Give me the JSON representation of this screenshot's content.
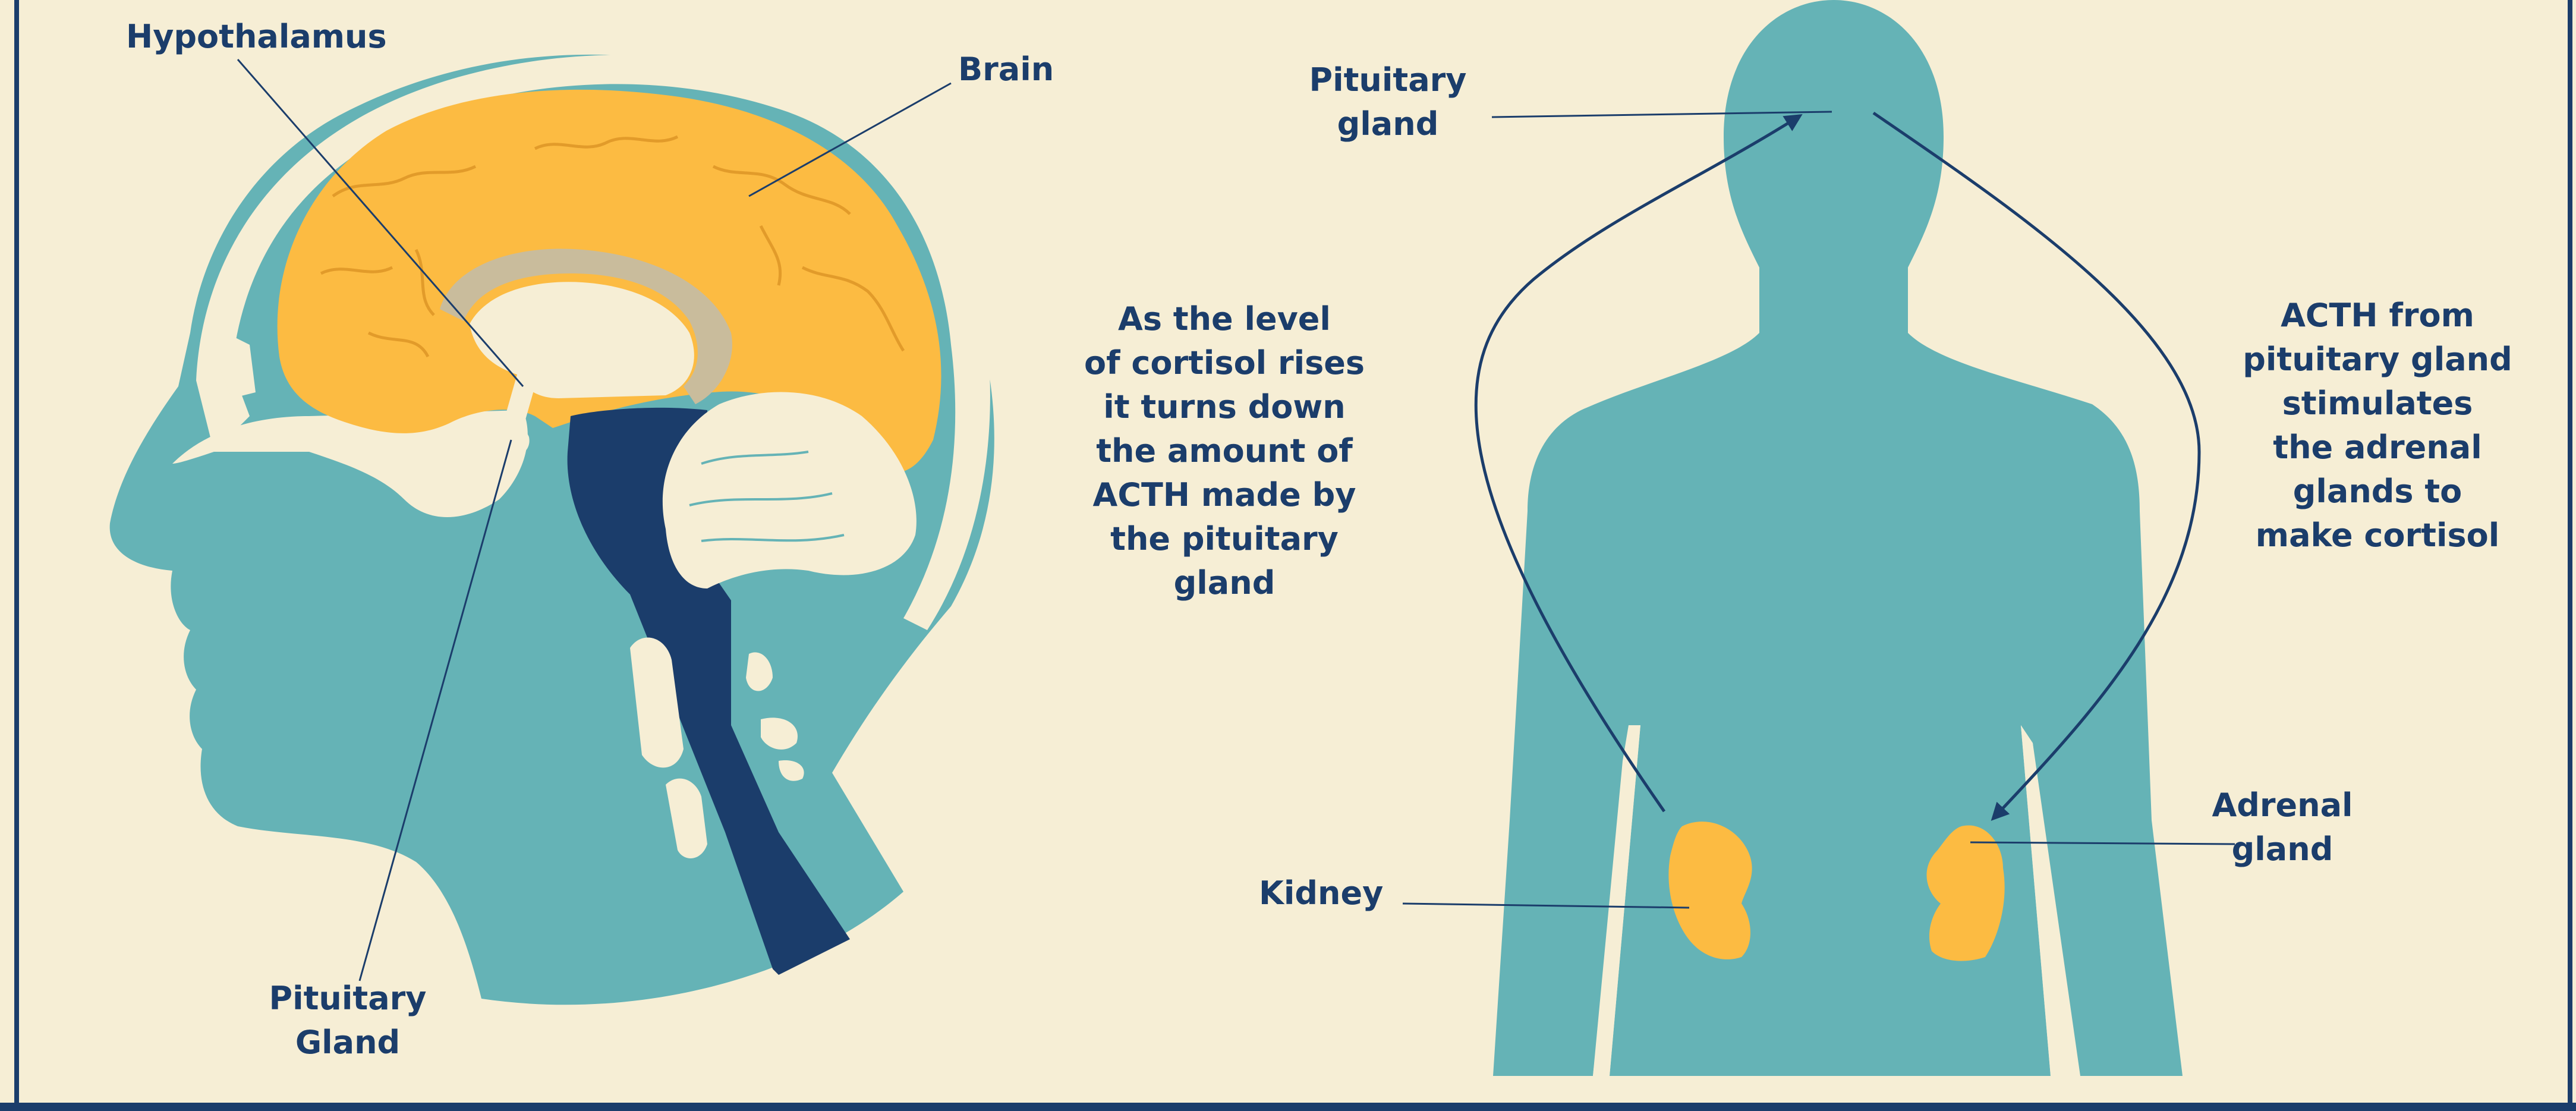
{
  "colors": {
    "background": "#f6eed5",
    "teal": "#65b3b6",
    "navy": "#1b3d6b",
    "orange": "#fcbb42",
    "cream": "#f6eed5",
    "tan": "#c9bc9c",
    "line": "#1b3d6b"
  },
  "head": {
    "labels": {
      "hypothalamus": "Hypothalamus",
      "brain": "Brain",
      "pituitary": "Pituitary\nGland"
    }
  },
  "body": {
    "labels": {
      "pituitary": "Pituitary\ngland",
      "kidney": "Kidney",
      "adrenal": "Adrenal\ngland"
    }
  },
  "captions": {
    "feedback": "As the level\nof cortisol rises\nit turns down\nthe amount of\nACTH made by\nthe pituitary\ngland",
    "acth": "ACTH from\npituitary gland\nstimulates\nthe adrenal\nglands to\nmake cortisol"
  }
}
